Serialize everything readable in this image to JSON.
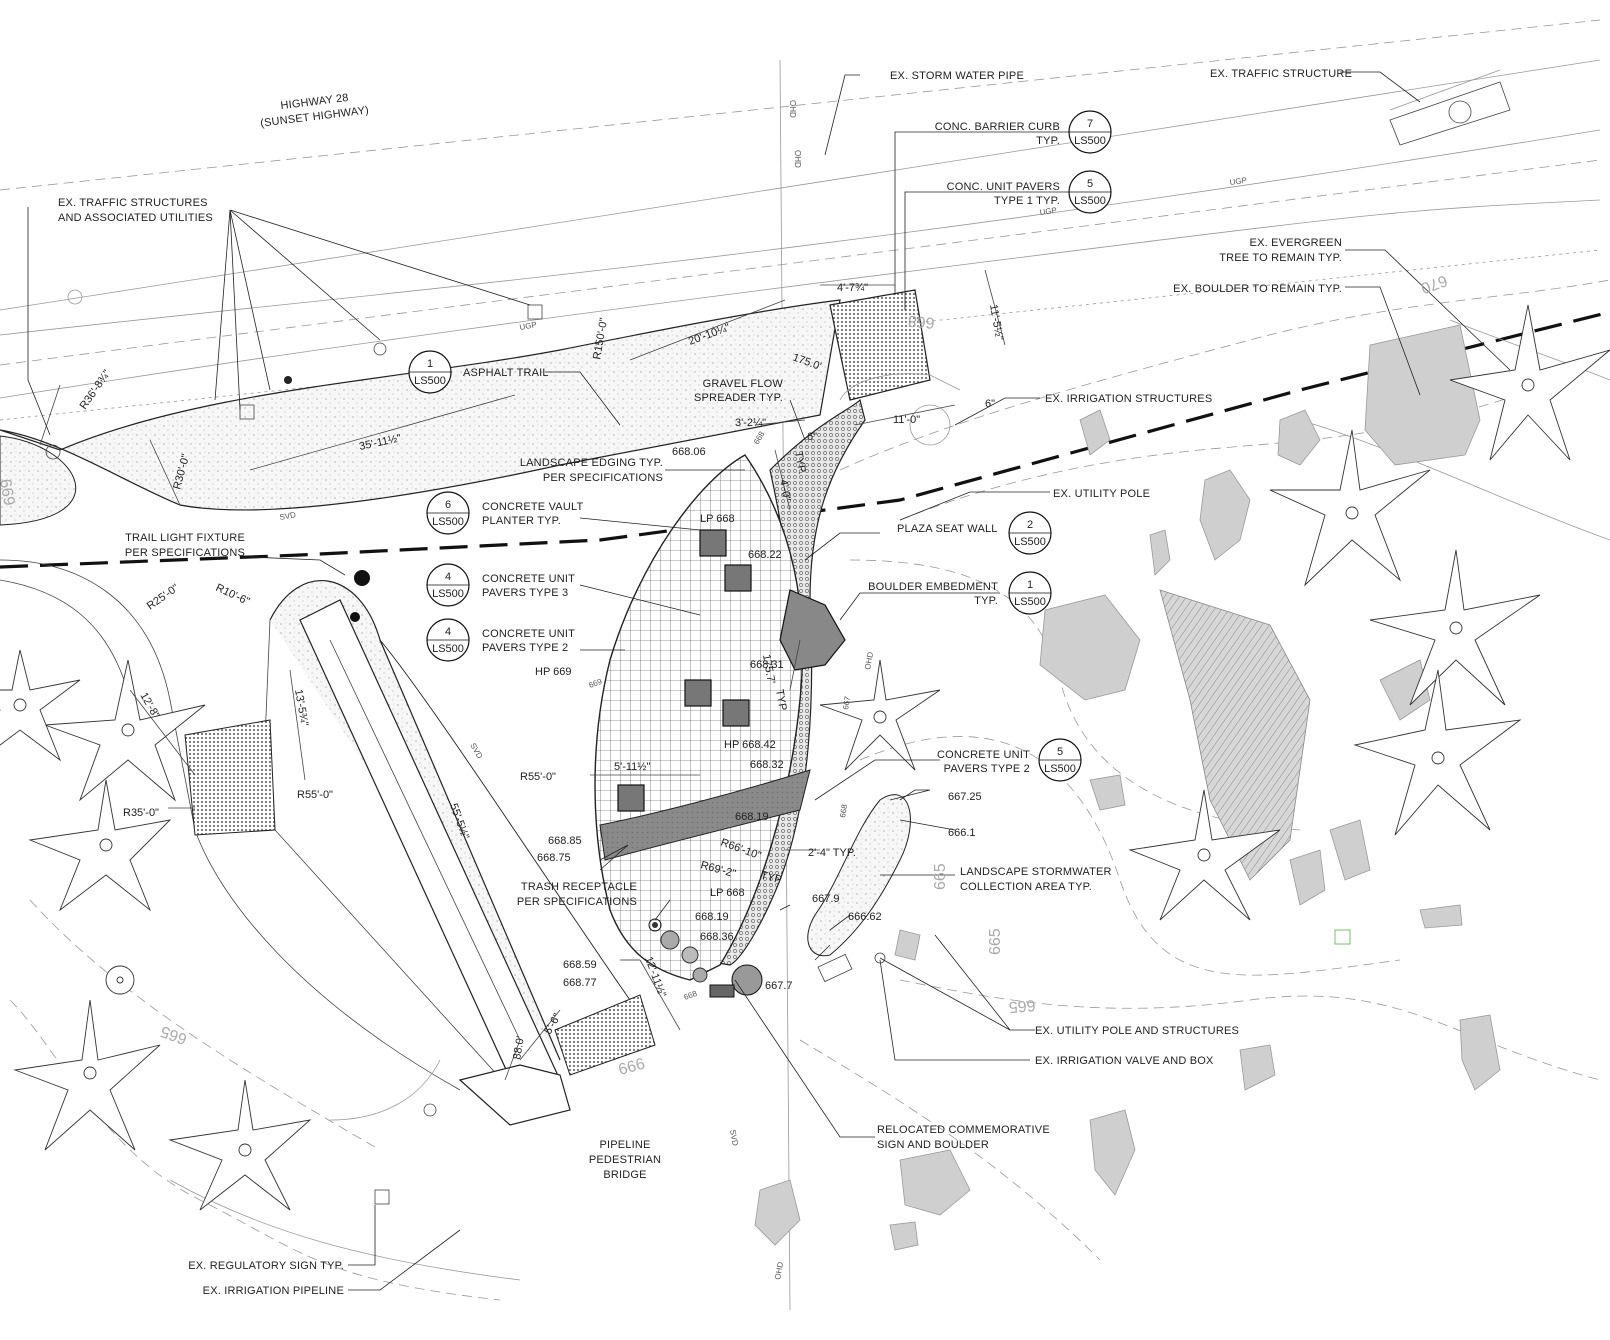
{
  "site": {
    "highway_line1": "HIGHWAY 28",
    "highway_line2": "(SUNSET HIGHWAY)",
    "bridge_line1": "PIPELINE",
    "bridge_line2": "PEDESTRIAN",
    "bridge_line3": "BRIDGE"
  },
  "callouts": {
    "storm_water_pipe": "EX. STORM WATER PIPE",
    "traffic_structure": "EX. TRAFFIC STRUCTURE",
    "traffic_structures_l1": "EX. TRAFFIC STRUCTURES",
    "traffic_structures_l2": "AND ASSOCIATED UTILITIES",
    "barrier_curb_l1": "CONC. BARRIER CURB",
    "barrier_curb_l2": "TYP.",
    "unit_pavers1_l1": "CONC. UNIT PAVERS",
    "unit_pavers1_l2": "TYPE 1 TYP.",
    "evergreen_l1": "EX. EVERGREEN",
    "evergreen_l2": "TREE TO REMAIN TYP.",
    "boulder_remain": "EX. BOULDER TO REMAIN TYP.",
    "asphalt_trail": "ASPHALT TRAIL",
    "gravel_l1": "GRAVEL FLOW",
    "gravel_l2": "SPREADER TYP.",
    "irrigation_structures": "EX. IRRIGATION STRUCTURES",
    "edging_l1": "LANDSCAPE EDGING TYP.",
    "edging_l2": "PER SPECIFICATIONS",
    "utility_pole": "EX. UTILITY POLE",
    "vault_l1": "CONCRETE VAULT",
    "vault_l2": "PLANTER TYP.",
    "seat_wall": "PLAZA SEAT WALL",
    "light_l1": "TRAIL LIGHT FIXTURE",
    "light_l2": "PER SPECIFICATIONS",
    "pavers3_l1": "CONCRETE UNIT",
    "pavers3_l2": "PAVERS TYPE 3",
    "boulder_emb_l1": "BOULDER EMBEDMENT",
    "boulder_emb_l2": "TYP.",
    "pavers2_l1": "CONCRETE UNIT",
    "pavers2_l2": "PAVERS TYPE 2",
    "pavers2b_l1": "CONCRETE UNIT",
    "pavers2b_l2": "PAVERS TYPE 2",
    "stormwater_l1": "LANDSCAPE STORMWATER",
    "stormwater_l2": "COLLECTION AREA TYP.",
    "trash_l1": "TRASH RECEPTACLE",
    "trash_l2": "PER SPECIFICATIONS",
    "utility_pole_structures": "EX. UTILITY POLE AND STRUCTURES",
    "irrigation_valve": "EX. IRRIGATION VALVE AND BOX",
    "commemorative_l1": "RELOCATED COMMEMORATIVE",
    "commemorative_l2": "SIGN AND BOULDER",
    "regulatory_sign": "EX. REGULATORY SIGN TYP.",
    "irrigation_pipeline": "EX. IRRIGATION PIPELINE"
  },
  "tags": {
    "barrier_curb": {
      "num": "7",
      "sheet": "LS500"
    },
    "unit_pavers1": {
      "num": "5",
      "sheet": "LS500"
    },
    "asphalt_trail": {
      "num": "1",
      "sheet": "LS500"
    },
    "vault": {
      "num": "6",
      "sheet": "LS500"
    },
    "seat_wall": {
      "num": "2",
      "sheet": "LS500"
    },
    "pavers3": {
      "num": "4",
      "sheet": "LS500"
    },
    "boulder_emb": {
      "num": "1",
      "sheet": "LS500"
    },
    "pavers2": {
      "num": "4",
      "sheet": "LS500"
    },
    "pavers2b": {
      "num": "5",
      "sheet": "LS500"
    }
  },
  "dimensions": {
    "d_4_7": "4'-7¾\"",
    "d_11_5": "11'-5½\"",
    "r150": "R150'-0\"",
    "d_20_10": "20'-10¼\"",
    "d_175": "175.0'",
    "r36": "R36'-8¾\"",
    "d_35_11": "35'-11½\"",
    "d_3_2": "3'-2¼\"",
    "d_6a": "6\"",
    "d_11_0": "11'-0\"",
    "d_6b": "6\"",
    "d_4_0": "4'-0\"",
    "typ": "TYP.",
    "r30": "R30'-0\"",
    "r25": "R25'-0\"",
    "r10": "R10'-6\"",
    "d_13_5": "13'-5¾\"",
    "d_12_8": "12'-8\"",
    "r55a": "R55'-0\"",
    "r35": "R35'-0\"",
    "d_55_5": "55'-5½\"",
    "r55b": "R55'-0\"",
    "d_5_11": "5'-11½\"",
    "d_175b": "175.7'",
    "typ2": "TYP",
    "r66": "R66'-10\"",
    "r69": "R69'-2\"",
    "typ3": "TYP",
    "d_2_4": "2'-4\" TYP.",
    "d_12_11": "12'-11½\"",
    "d_5_6": "5'-6\"",
    "d_88": "88.0'"
  },
  "elevations": {
    "e1": "668.06",
    "e2": "LP 668",
    "e3": "668.22",
    "e4": "HP 669",
    "e5": "668.31",
    "e6": "HP 668.42",
    "e7": "668.32",
    "e8": "667.25",
    "e9": "666.1",
    "e10": "668.19",
    "e11": "668.85",
    "e12": "668.75",
    "e13": "LP 668",
    "e14": "667.9",
    "e15": "668.19",
    "e16": "668.36",
    "e17": "666.62",
    "e18": "668.59",
    "e19": "668.77",
    "e20": "667.7"
  },
  "contours": {
    "c670": "670",
    "c668": "668",
    "c669": "669",
    "c665a": "665",
    "c665b": "665",
    "c665c": "665",
    "c665d": "665",
    "c666": "666",
    "c668b": "668",
    "c668c": "668",
    "c667": "667",
    "c669b": "669",
    "c668d": "668"
  },
  "utility_markers": {
    "ugp": "UGP",
    "svd": "SVD",
    "ohd": "OHD"
  },
  "colors": {
    "linework": "#222222",
    "hatch_grey": "#9a9a9a",
    "boulder_fill": "#cfcfcf",
    "paver_band": "#8a8a8a",
    "vault_fill": "#777777",
    "marker_green": "#66cc55"
  }
}
